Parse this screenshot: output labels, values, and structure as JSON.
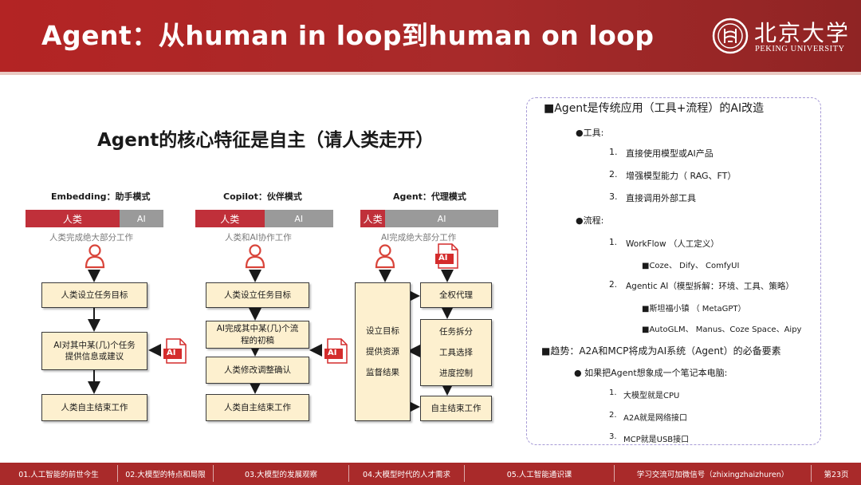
{
  "header": {
    "title": "Agent：从human in loop到human on loop",
    "logo_cn": "北京大学",
    "logo_en": "PEKING UNIVERSITY"
  },
  "left": {
    "heading": "Agent的核心特征是自主（请人类走开）",
    "modes": [
      {
        "title": "Embedding：助手模式",
        "bar_human": "人类",
        "bar_ai": "AI",
        "human_share": 0.68,
        "note": "人类完成绝大部分工作",
        "boxes": [
          "人类设立任务目标",
          "AI对其中某(几)个任务提供信息或建议",
          "人类自主结束工作"
        ]
      },
      {
        "title": "Copilot：伙伴模式",
        "bar_human": "人类",
        "bar_ai": "AI",
        "human_share": 0.5,
        "note": "人类和AI协作工作",
        "boxes": [
          "人类设立任务目标",
          "AI完成其中某(几)个流程的初稿",
          "人类修改调整确认",
          "人类自主结束工作"
        ]
      },
      {
        "title": "Agent：代理模式",
        "bar_human": "人类",
        "bar_ai": "AI",
        "human_share": 0.18,
        "note": "AI完成绝大部分工作",
        "human_box": [
          "设立目标",
          "提供资源",
          "监督结果"
        ],
        "ai_boxes": [
          "全权代理",
          "任务拆分",
          "工具选择",
          "进度控制",
          "自主结束工作"
        ]
      }
    ],
    "ai_icon_label": "AI"
  },
  "panel": {
    "item1": "■Agent是传统应用（工具+流程）的AI改造",
    "tools_label": "●工具:",
    "tools": [
      {
        "num": "1.",
        "text": "直接使用模型或AI产品"
      },
      {
        "num": "2.",
        "text": "增强模型能力（ RAG、FT）"
      },
      {
        "num": "3.",
        "text": "直接调用外部工具"
      }
    ],
    "flow_label": "●流程:",
    "flow1": {
      "num": "1.",
      "text": "WorkFlow （人工定义）"
    },
    "flow1_sub": "■Coze、 Dify、 ComfyUI",
    "flow2": {
      "num": "2.",
      "text": "Agentic AI（模型拆解：环境、工具、策略）"
    },
    "flow2_sub1": "■斯坦福小镇 （ MetaGPT）",
    "flow2_sub2": "■AutoGLM、 Manus、Coze Space、Aipy",
    "item2": "■趋势：A2A和MCP将成为AI系统（Agent）的必备要素",
    "pc_label": "●  如果把Agent想象成一个笔记本电脑:",
    "pc": [
      {
        "num": "1.",
        "text": "大模型就是CPU"
      },
      {
        "num": "2.",
        "text": "A2A就是网络接口"
      },
      {
        "num": "3.",
        "text": "MCP就是USB接口"
      }
    ]
  },
  "footer": {
    "tabs": [
      "01.人工智能的前世今生",
      "02.大模型的特点和局限",
      "03.大模型的发展观察",
      "04.大模型时代的人才需求",
      "05.人工智能通识课",
      "学习交流可加微信号（zhixingzhaizhuren）",
      "第23页"
    ]
  },
  "colors": {
    "header": "#b32424",
    "human": "#c0303a",
    "ai_bar": "#9a9a9a",
    "box_fill": "#fdf0cf",
    "panel_border": "#a79bd6"
  }
}
